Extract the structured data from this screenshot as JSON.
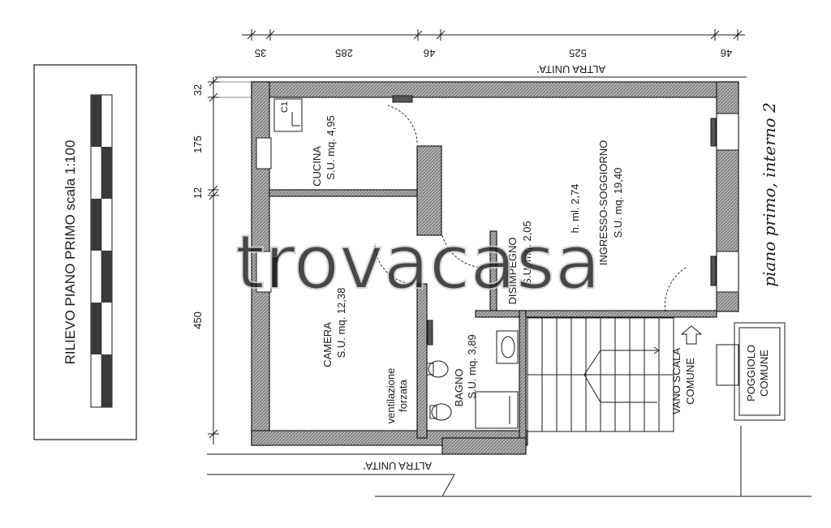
{
  "title_block": {
    "text": "RILIEVO  PIANO PRIMO scala 1:100",
    "scale_bar_segments": 6
  },
  "plan_title": "piano  primo,  interno 2",
  "dimensions": {
    "top": [
      "35",
      "285",
      "46",
      "525",
      "46"
    ],
    "left": [
      "32",
      "175",
      "12",
      "450"
    ]
  },
  "neighbors": {
    "top": "ALTRA UNITA'",
    "bottom": "ALTRA UNITA'"
  },
  "rooms": {
    "cucina": {
      "name": "CUCINA",
      "area": "S.U. mq. 4,95"
    },
    "camera": {
      "name": "CAMERA",
      "area": "S.U. mq. 12,38"
    },
    "ingresso": {
      "name": "INGRESSO-SOGGIORNO",
      "area": "S.U. mq. 19,40",
      "height": "h. ml. 2,74"
    },
    "disimpegno": {
      "name": "DISIMPEGNO",
      "area": "S.U. mq. 2,05"
    },
    "bagno": {
      "name": "BAGNO",
      "area": "S.U. mq. 3,89"
    },
    "vano_scala": {
      "line1": "VANO SCALA",
      "line2": "COMUNE"
    },
    "poggiolo": {
      "line1": "POGGIOLO",
      "line2": "COMUNE"
    }
  },
  "notes": {
    "ventilation_line1": "ventilazione",
    "ventilation_line2": "forzata",
    "fixture": "C1"
  },
  "watermark": "trovacasa",
  "colors": {
    "line": "#1a1a1a",
    "wall_fill": "#8a8a8a",
    "watermark": "#d8d8d8"
  }
}
